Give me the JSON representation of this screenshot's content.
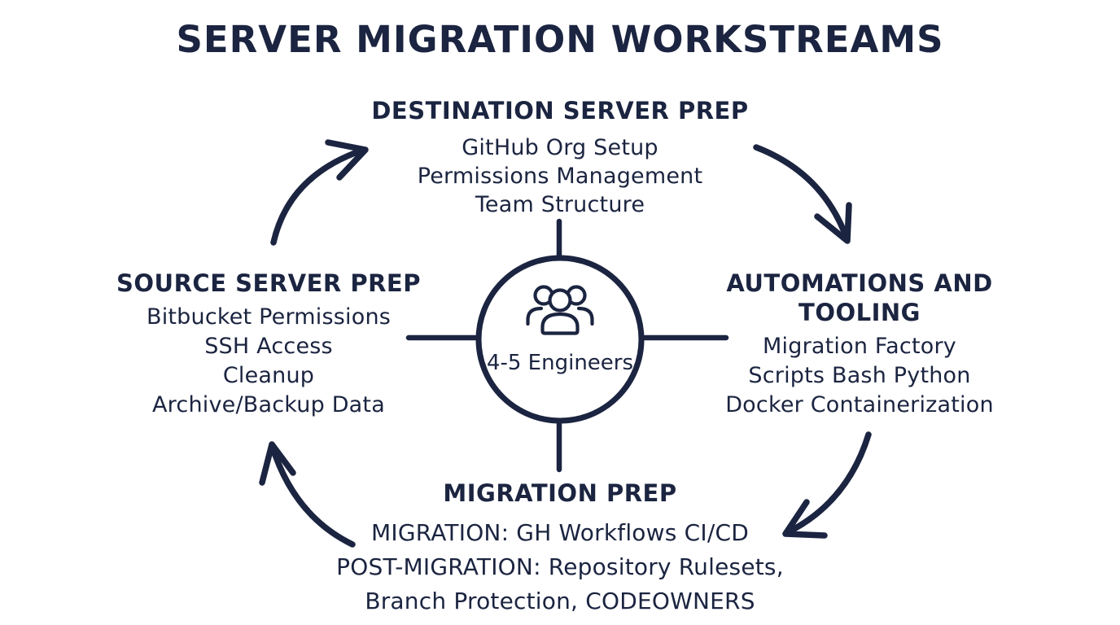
{
  "title": "SERVER MIGRATION WORKSTREAMS",
  "center": {
    "label": "4-5 Engineers",
    "icon": "team-icon"
  },
  "sections": {
    "top": {
      "heading": "DESTINATION SERVER PREP",
      "items": [
        "GitHub Org Setup",
        "Permissions Management",
        "Team Structure"
      ]
    },
    "right": {
      "heading": "AUTOMATIONS AND TOOLING",
      "items": [
        "Migration Factory",
        "Scripts Bash Python",
        "Docker Containerization"
      ]
    },
    "bottom": {
      "heading": "MIGRATION PREP",
      "items": [
        "MIGRATION: GH Workflows CI/CD",
        "POST-MIGRATION: Repository Rulesets,",
        "Branch Protection, CODEOWNERS"
      ]
    },
    "left": {
      "heading": "SOURCE SERVER PREP",
      "items": [
        "Bitbucket Permissions",
        "SSH Access",
        "Cleanup",
        "Archive/Backup Data"
      ]
    }
  },
  "colors": {
    "ink": "#1b2440",
    "background": "#ffffff"
  }
}
